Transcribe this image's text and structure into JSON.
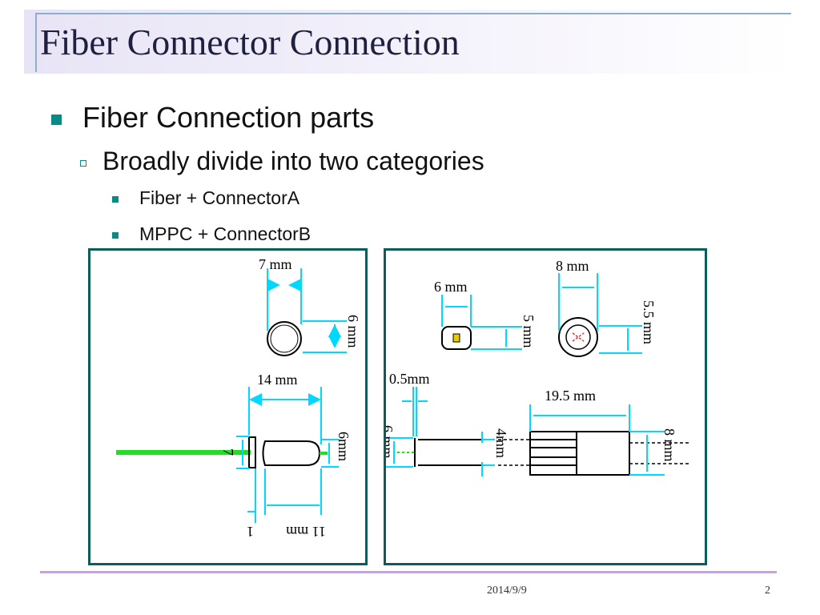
{
  "slide": {
    "title": "Fiber Connector Connection",
    "bullets": {
      "level1": "Fiber Connection parts",
      "level2": "Broadly divide into two categories",
      "level3": [
        "Fiber + ConnectorA",
        "MPPC + ConnectorB"
      ]
    }
  },
  "diagram": {
    "left": {
      "dim_7mm": "7 mm",
      "dim_6mm_top": "6 mm",
      "dim_14mm": "14 mm",
      "dim_7": "7",
      "dim_6mm_side": "6mm",
      "dim_11mm": "11 mm",
      "dim_1": "1"
    },
    "right": {
      "dim_6mm": "6 mm",
      "dim_5mm": "5 mm",
      "dim_8mm": "8 mm",
      "dim_5_5mm": "5.5 mm",
      "dim_0_5mm": "0.5mm",
      "dim_6mm_side": "6 mm",
      "dim_4mm": "4mm",
      "dim_19_5mm": "19.5 mm",
      "dim_8mm_side": "8 mm"
    },
    "colors": {
      "dimension": "#00d8ff",
      "fiber": "#22dd22",
      "outline": "#000000",
      "panel_border": "#0d5c5c"
    }
  },
  "footer": {
    "date": "2014/9/9",
    "page": "2"
  }
}
